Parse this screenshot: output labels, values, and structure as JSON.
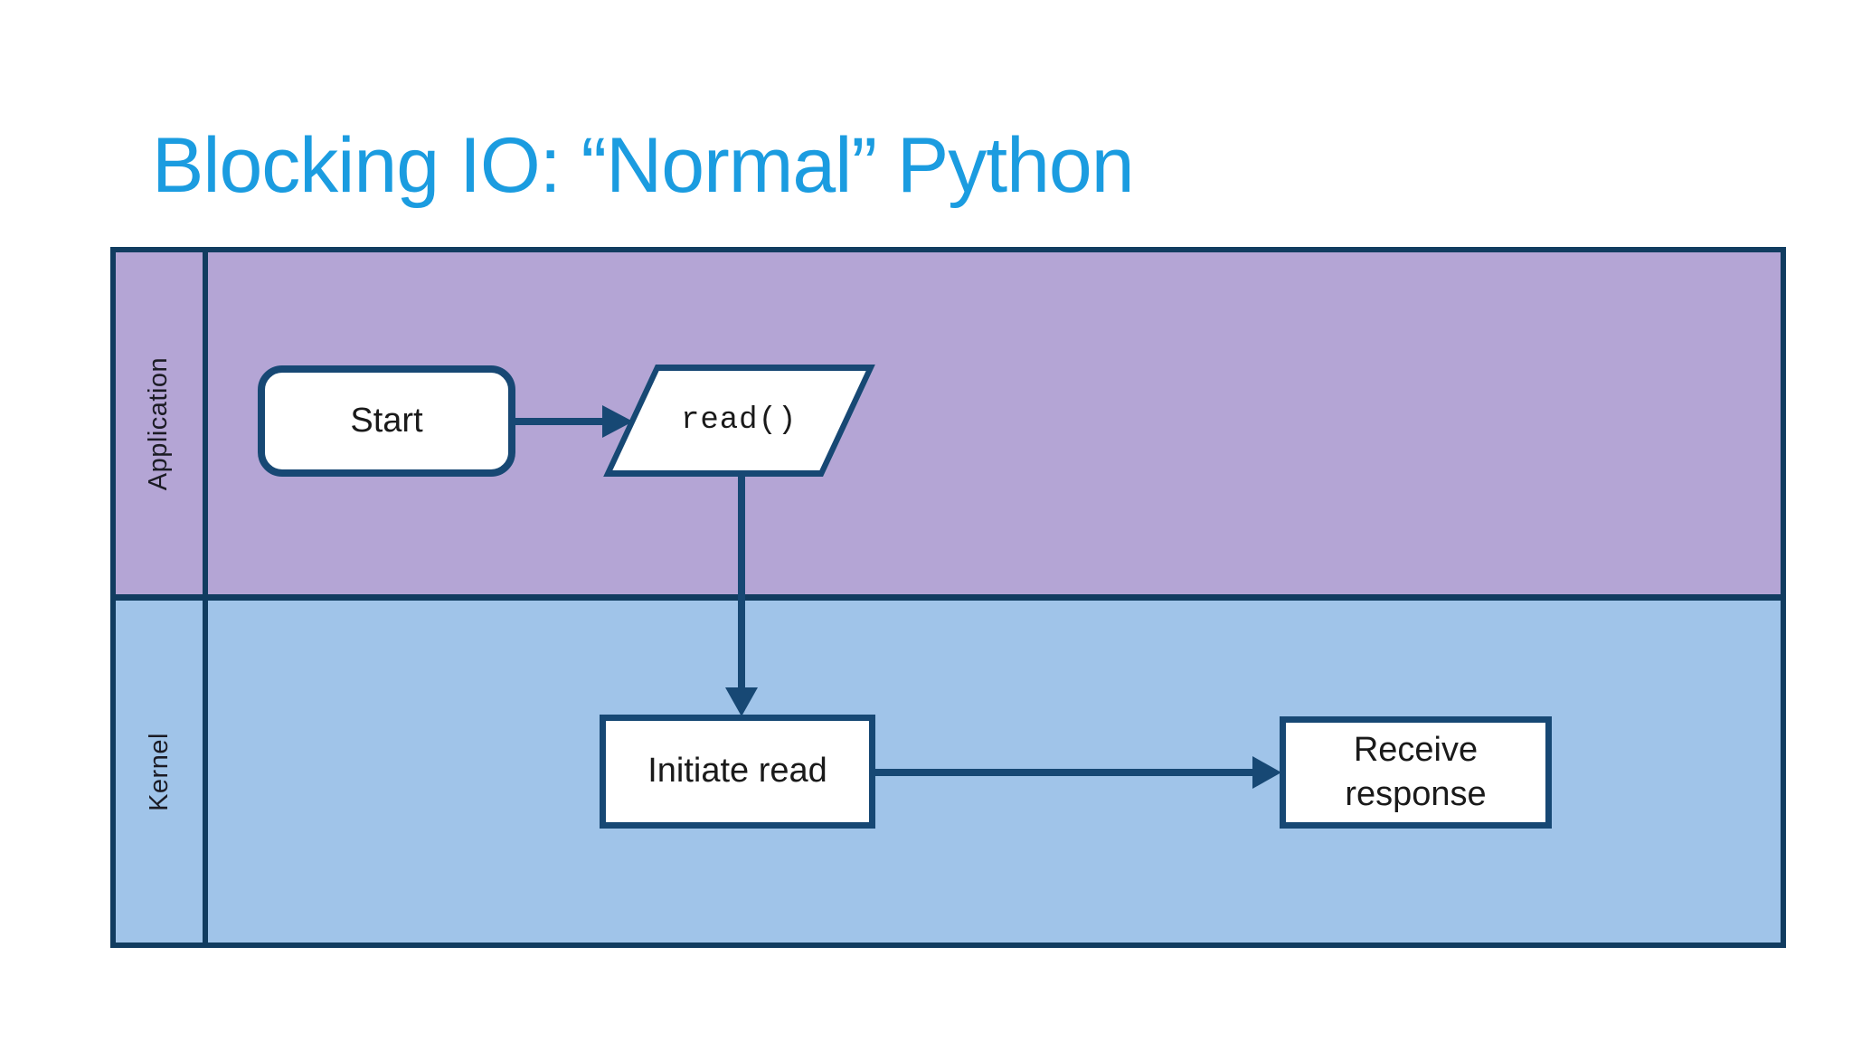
{
  "slide": {
    "title": "Blocking IO: “Normal” Python"
  },
  "colors": {
    "title_text": "#1b9ce0",
    "lane_application_fill": "#b4a5d5",
    "lane_kernel_fill": "#a0c4e9",
    "border_navy": "#113c60",
    "node_border_navy": "#174874",
    "node_fill": "#ffffff",
    "node_text": "#1a1a1a"
  },
  "diagram": {
    "lanes": [
      {
        "label": "Application"
      },
      {
        "label": "Kernel"
      }
    ],
    "nodes": [
      {
        "id": "start",
        "shape": "rounded-rectangle",
        "lane": "Application",
        "label": "Start"
      },
      {
        "id": "read",
        "shape": "parallelogram",
        "lane": "Application",
        "label": "read()"
      },
      {
        "id": "initiate-read",
        "shape": "rectangle",
        "lane": "Kernel",
        "label": "Initiate read"
      },
      {
        "id": "receive-response",
        "shape": "rectangle",
        "lane": "Kernel",
        "label": "Receive response"
      }
    ],
    "edges": [
      {
        "from": "start",
        "to": "read",
        "direction": "right"
      },
      {
        "from": "read",
        "to": "initiate-read",
        "direction": "down"
      },
      {
        "from": "initiate-read",
        "to": "receive-response",
        "direction": "right"
      }
    ]
  }
}
